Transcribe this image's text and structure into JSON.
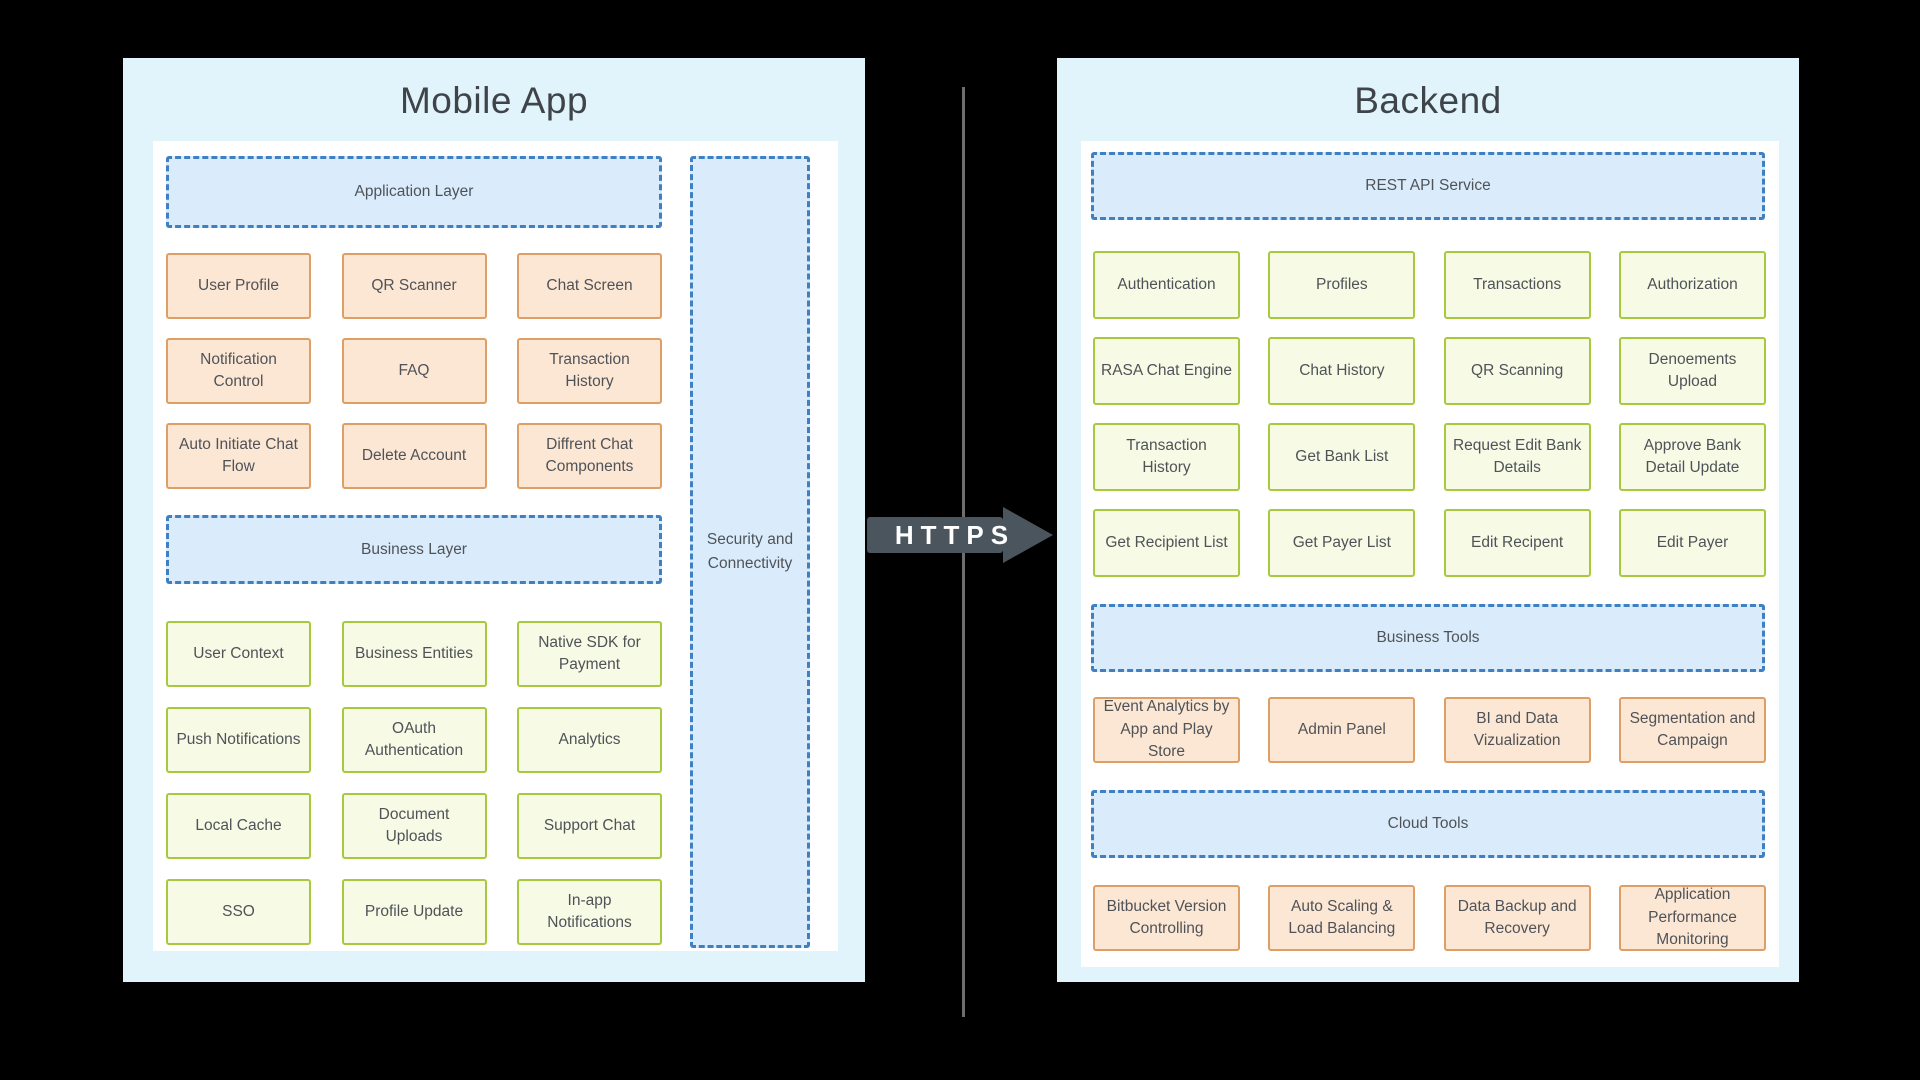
{
  "colors": {
    "background": "#000000",
    "panel_bg": "#e1f4fb",
    "inner_bg": "#ffffff",
    "blue_fill": "#daecfb",
    "blue_border": "#3e80c2",
    "orange_fill": "#fce7d4",
    "orange_border": "#de9f66",
    "green_fill": "#f7fae5",
    "green_border": "#a6c93e",
    "text": "#4f5358",
    "title": "#3f4449",
    "arrow_fill": "#4b555e",
    "arrow_text": "#ffffff",
    "divider": "#6e6e6e"
  },
  "left_panel": {
    "title": "Mobile App",
    "application_layer": "Application Layer",
    "business_layer": "Business Layer",
    "security": "Security and Connectivity",
    "app_boxes": [
      [
        "User Profile",
        "QR Scanner",
        "Chat Screen"
      ],
      [
        "Notification Control",
        "FAQ",
        "Transaction History"
      ],
      [
        "Auto Initiate Chat Flow",
        "Delete Account",
        "Diffrent Chat Components"
      ]
    ],
    "business_boxes": [
      [
        "User Context",
        "Business Entities",
        "Native SDK for Payment"
      ],
      [
        "Push Notifications",
        "OAuth Authentication",
        "Analytics"
      ],
      [
        "Local Cache",
        "Document Uploads",
        "Support Chat"
      ],
      [
        "SSO",
        "Profile Update",
        "In-app Notifications"
      ]
    ]
  },
  "connector": {
    "label": "HTTPS"
  },
  "right_panel": {
    "title": "Backend",
    "rest_api": "REST API Service",
    "business_tools": "Business Tools",
    "cloud_tools": "Cloud Tools",
    "api_boxes": [
      [
        "Authentication",
        "Profiles",
        "Transactions",
        "Authorization"
      ],
      [
        "RASA Chat Engine",
        "Chat History",
        "QR Scanning",
        "Denoements Upload"
      ],
      [
        "Transaction History",
        "Get Bank List",
        "Request Edit Bank Details",
        "Approve Bank Detail Update"
      ],
      [
        "Get Recipient List",
        "Get Payer List",
        "Edit Recipent",
        "Edit Payer"
      ]
    ],
    "business_tool_boxes": [
      "Event Analytics by App and Play Store",
      "Admin Panel",
      "BI and Data Vizualization",
      "Segmentation and Campaign"
    ],
    "cloud_tool_boxes": [
      "Bitbucket Version Controlling",
      "Auto Scaling & Load Balancing",
      "Data Backup and Recovery",
      "Application Performance Monitoring"
    ]
  }
}
